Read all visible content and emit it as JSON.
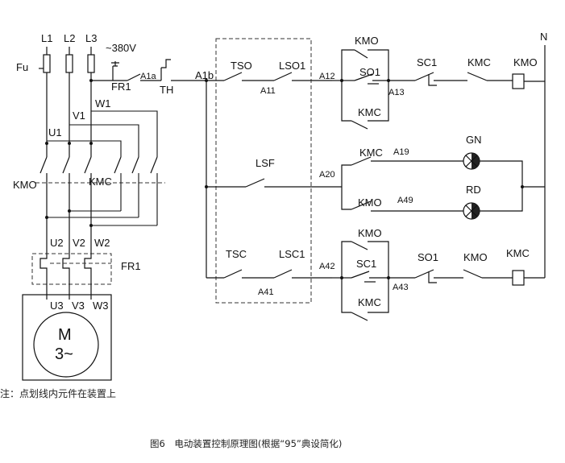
{
  "power": {
    "phases": [
      "L1",
      "L2",
      "L3"
    ],
    "neutral": "N",
    "fuse": "Fu",
    "voltage": "~380V"
  },
  "motor": {
    "winding_in": [
      "W1",
      "V1",
      "U1"
    ],
    "winding_out": [
      "U2",
      "V2",
      "W2"
    ],
    "terminals": [
      "U3",
      "V3",
      "W3"
    ],
    "symbol": "M",
    "phase": "3~"
  },
  "main_contactors": {
    "left": "KMO",
    "right": "KMC"
  },
  "relays": {
    "thermal": "FR1",
    "thermal_contact": "FR1",
    "th": "TH"
  },
  "nodes": {
    "a1a": "A1a",
    "a1b": "A1b",
    "a11": "A11",
    "a12": "A12",
    "a13": "A13",
    "a19": "A19",
    "a20": "A20",
    "a41": "A41",
    "a42": "A42",
    "a43": "A43",
    "a49": "A49"
  },
  "switches": {
    "tso": "TSO",
    "lso": "LSO1",
    "lsf": "LSF",
    "tsc": "TSC",
    "lsc": "LSC1"
  },
  "rung1": {
    "kmo_top": "KMO",
    "so1": "SO1",
    "kmc_hold": "KMC",
    "sc1": "SC1",
    "kmc": "KMC",
    "coil": "KMO"
  },
  "rung2": {
    "kmc": "KMC",
    "lamp": "GN"
  },
  "rung3": {
    "kmo": "KMO",
    "lamp": "RD"
  },
  "rung4": {
    "kmo_top": "KMO",
    "sc1": "SC1",
    "kmc_hold": "KMC",
    "so1": "SO1",
    "kmo": "KMO",
    "coil": "KMC"
  },
  "note": "注：点划线内元件在装置上",
  "caption": "图6　电动装置控制原理图(根据“95”典设简化)"
}
